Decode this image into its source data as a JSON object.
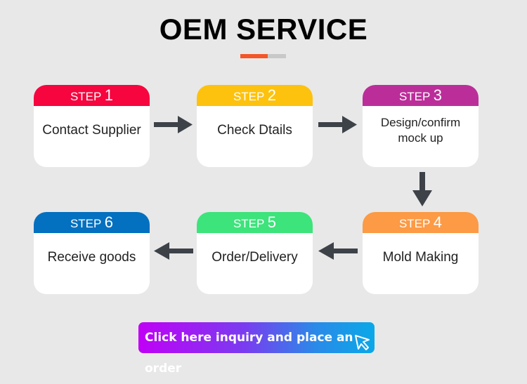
{
  "title": "OEM SERVICE",
  "accent_colors": {
    "underline_primary": "#f55527",
    "underline_secondary": "#c8c8c8",
    "arrow": "#3d4249"
  },
  "steps": [
    {
      "word": "STEP",
      "number": "1",
      "label": "Contact Supplier",
      "color": "#f6053f"
    },
    {
      "word": "STEP",
      "number": "2",
      "label": "Check Dtails",
      "color": "#fdc20e"
    },
    {
      "word": "STEP",
      "number": "3",
      "label": "Design/confirm mock up",
      "color": "#bb2e9a"
    },
    {
      "word": "STEP",
      "number": "4",
      "label": "Mold Making",
      "color": "#fc9a45"
    },
    {
      "word": "STEP",
      "number": "5",
      "label": "Order/Delivery",
      "color": "#3de37b"
    },
    {
      "word": "STEP",
      "number": "6",
      "label": "Receive goods",
      "color": "#0370c0"
    }
  ],
  "cta": {
    "label": "Click here inquiry and place an order",
    "icon": "cursor-pointer-icon"
  }
}
